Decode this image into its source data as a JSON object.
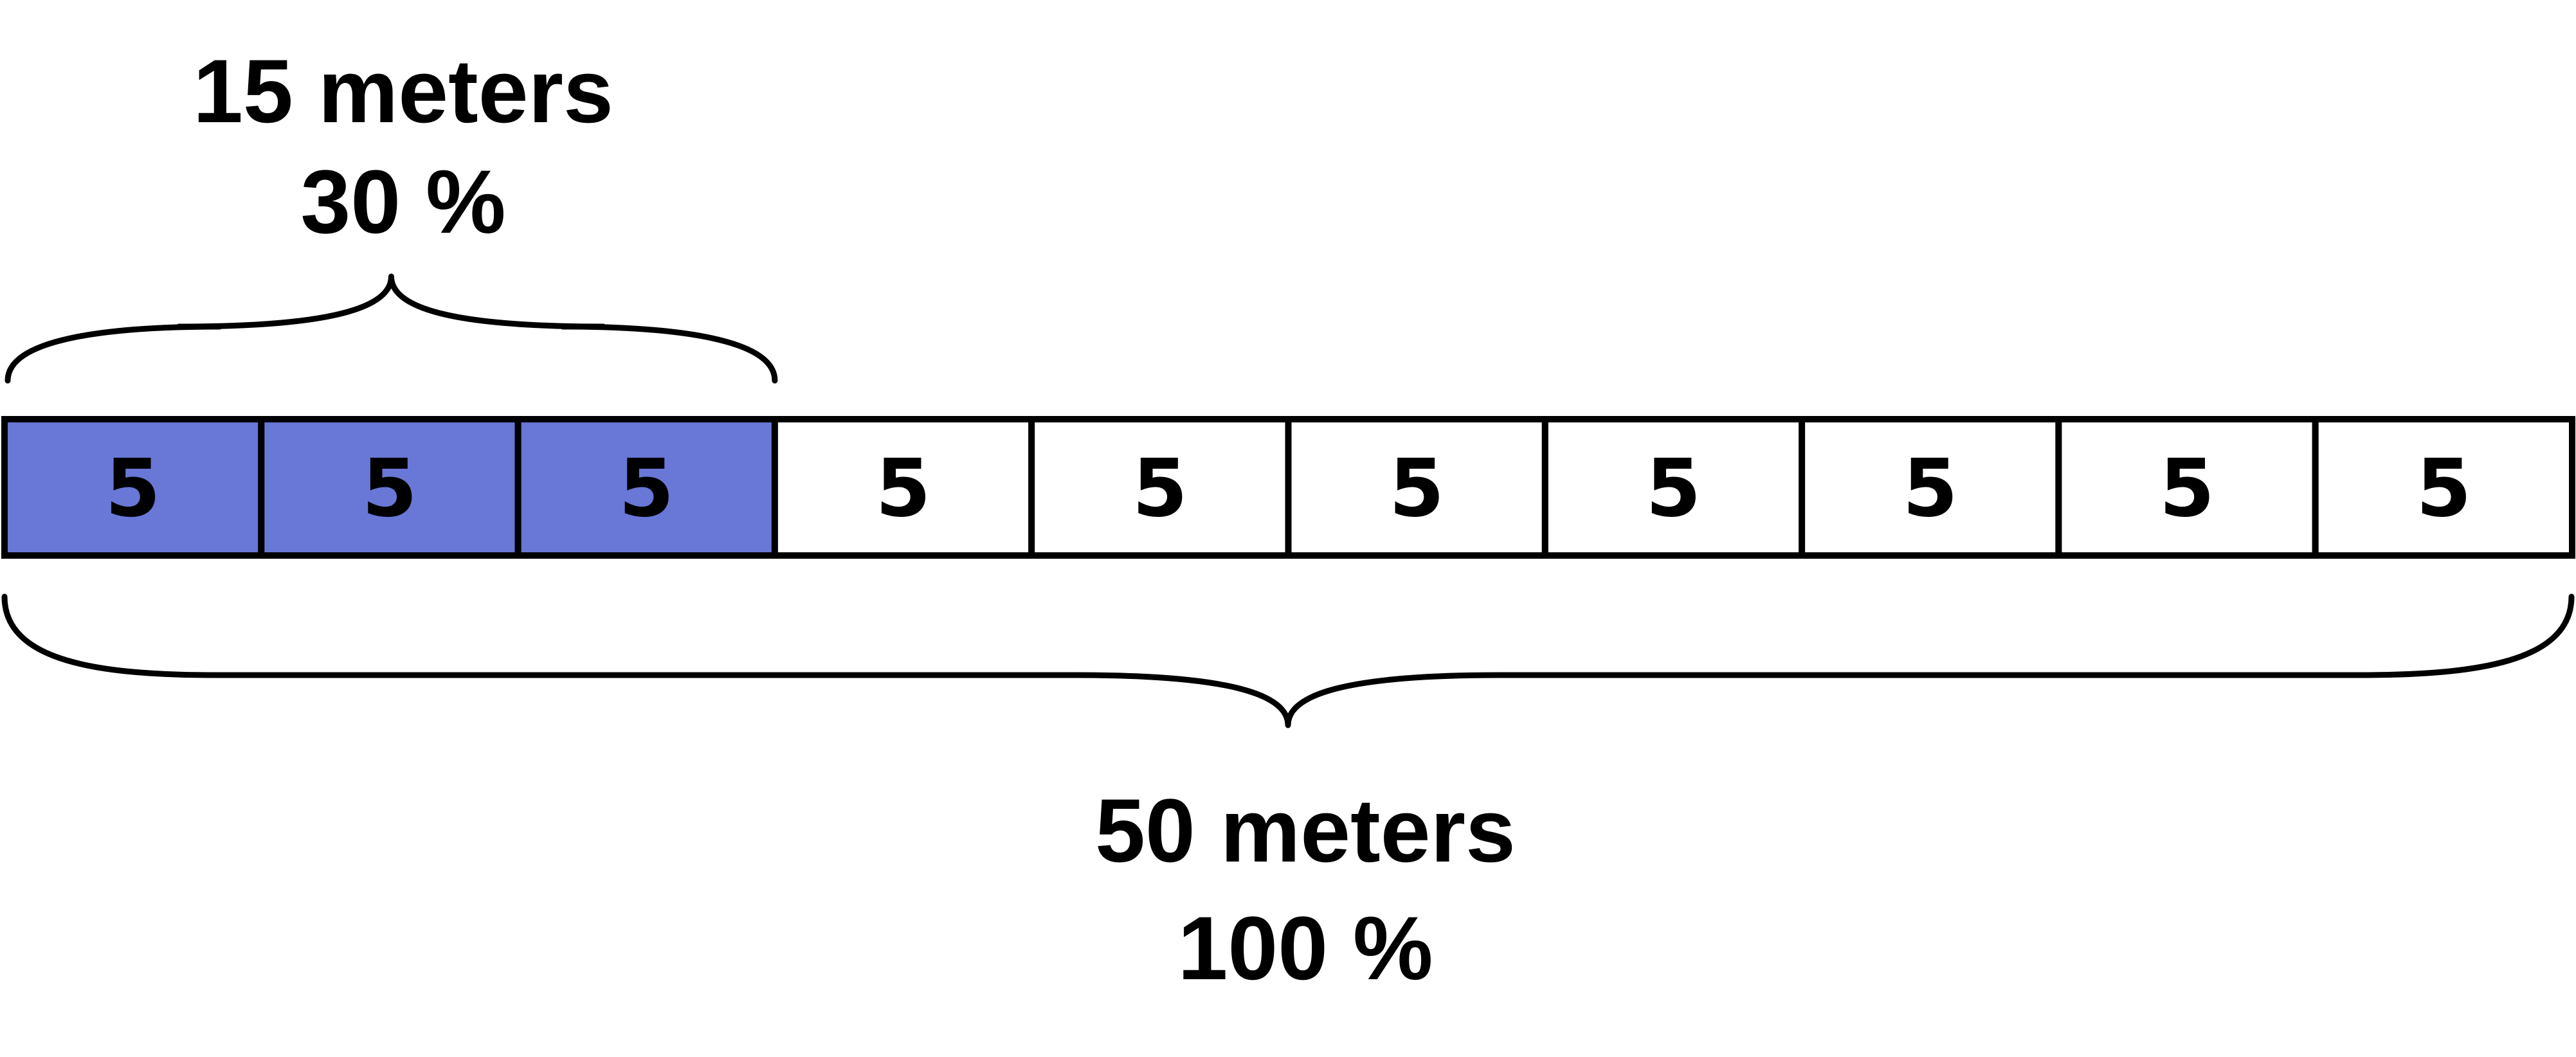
{
  "top_label": {
    "length": "15 meters",
    "percent": "30 %"
  },
  "bottom_label": {
    "length": "50 meters",
    "percent": "100 %"
  },
  "bar": {
    "cell_count": 10,
    "highlighted_count": 3,
    "cells": [
      "5",
      "5",
      "5",
      "5",
      "5",
      "5",
      "5",
      "5",
      "5",
      "5"
    ]
  },
  "colors": {
    "highlight": "#6977d6",
    "empty": "#ffffff",
    "stroke": "#000000"
  }
}
